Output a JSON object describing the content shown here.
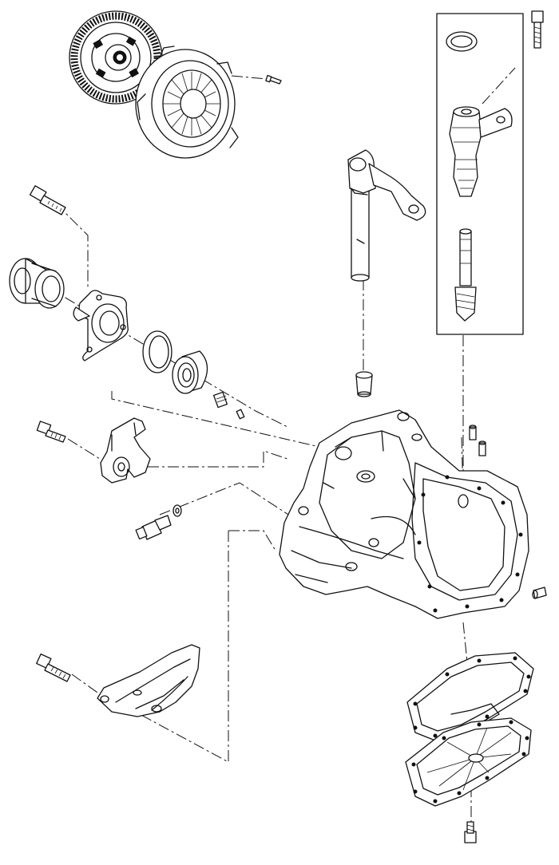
{
  "diagram": {
    "style": "exploded-view line drawing",
    "colors": {
      "line": "#111111",
      "background": "#ffffff"
    },
    "components": [
      "clutch-disc",
      "pressure-plate",
      "pressure-plate-bolt",
      "release-bearing-guide-bolt",
      "release-bearing",
      "release-bearing-guide",
      "shim",
      "input-shaft-bearing",
      "plug",
      "pin",
      "release-fork-bolt",
      "release-fork",
      "release-shaft",
      "bushing",
      "seal-ring",
      "speedometer-driven-gear-housing",
      "speedometer-bolt",
      "speedometer-driven-gear",
      "vent-pins",
      "back-up-lamp-switch",
      "gasket-small",
      "clutch-housing",
      "drain-plug",
      "cover-bolt",
      "clutch-housing-cover",
      "oil-pan-gasket",
      "oil-pan",
      "oil-pan-bolt"
    ]
  }
}
